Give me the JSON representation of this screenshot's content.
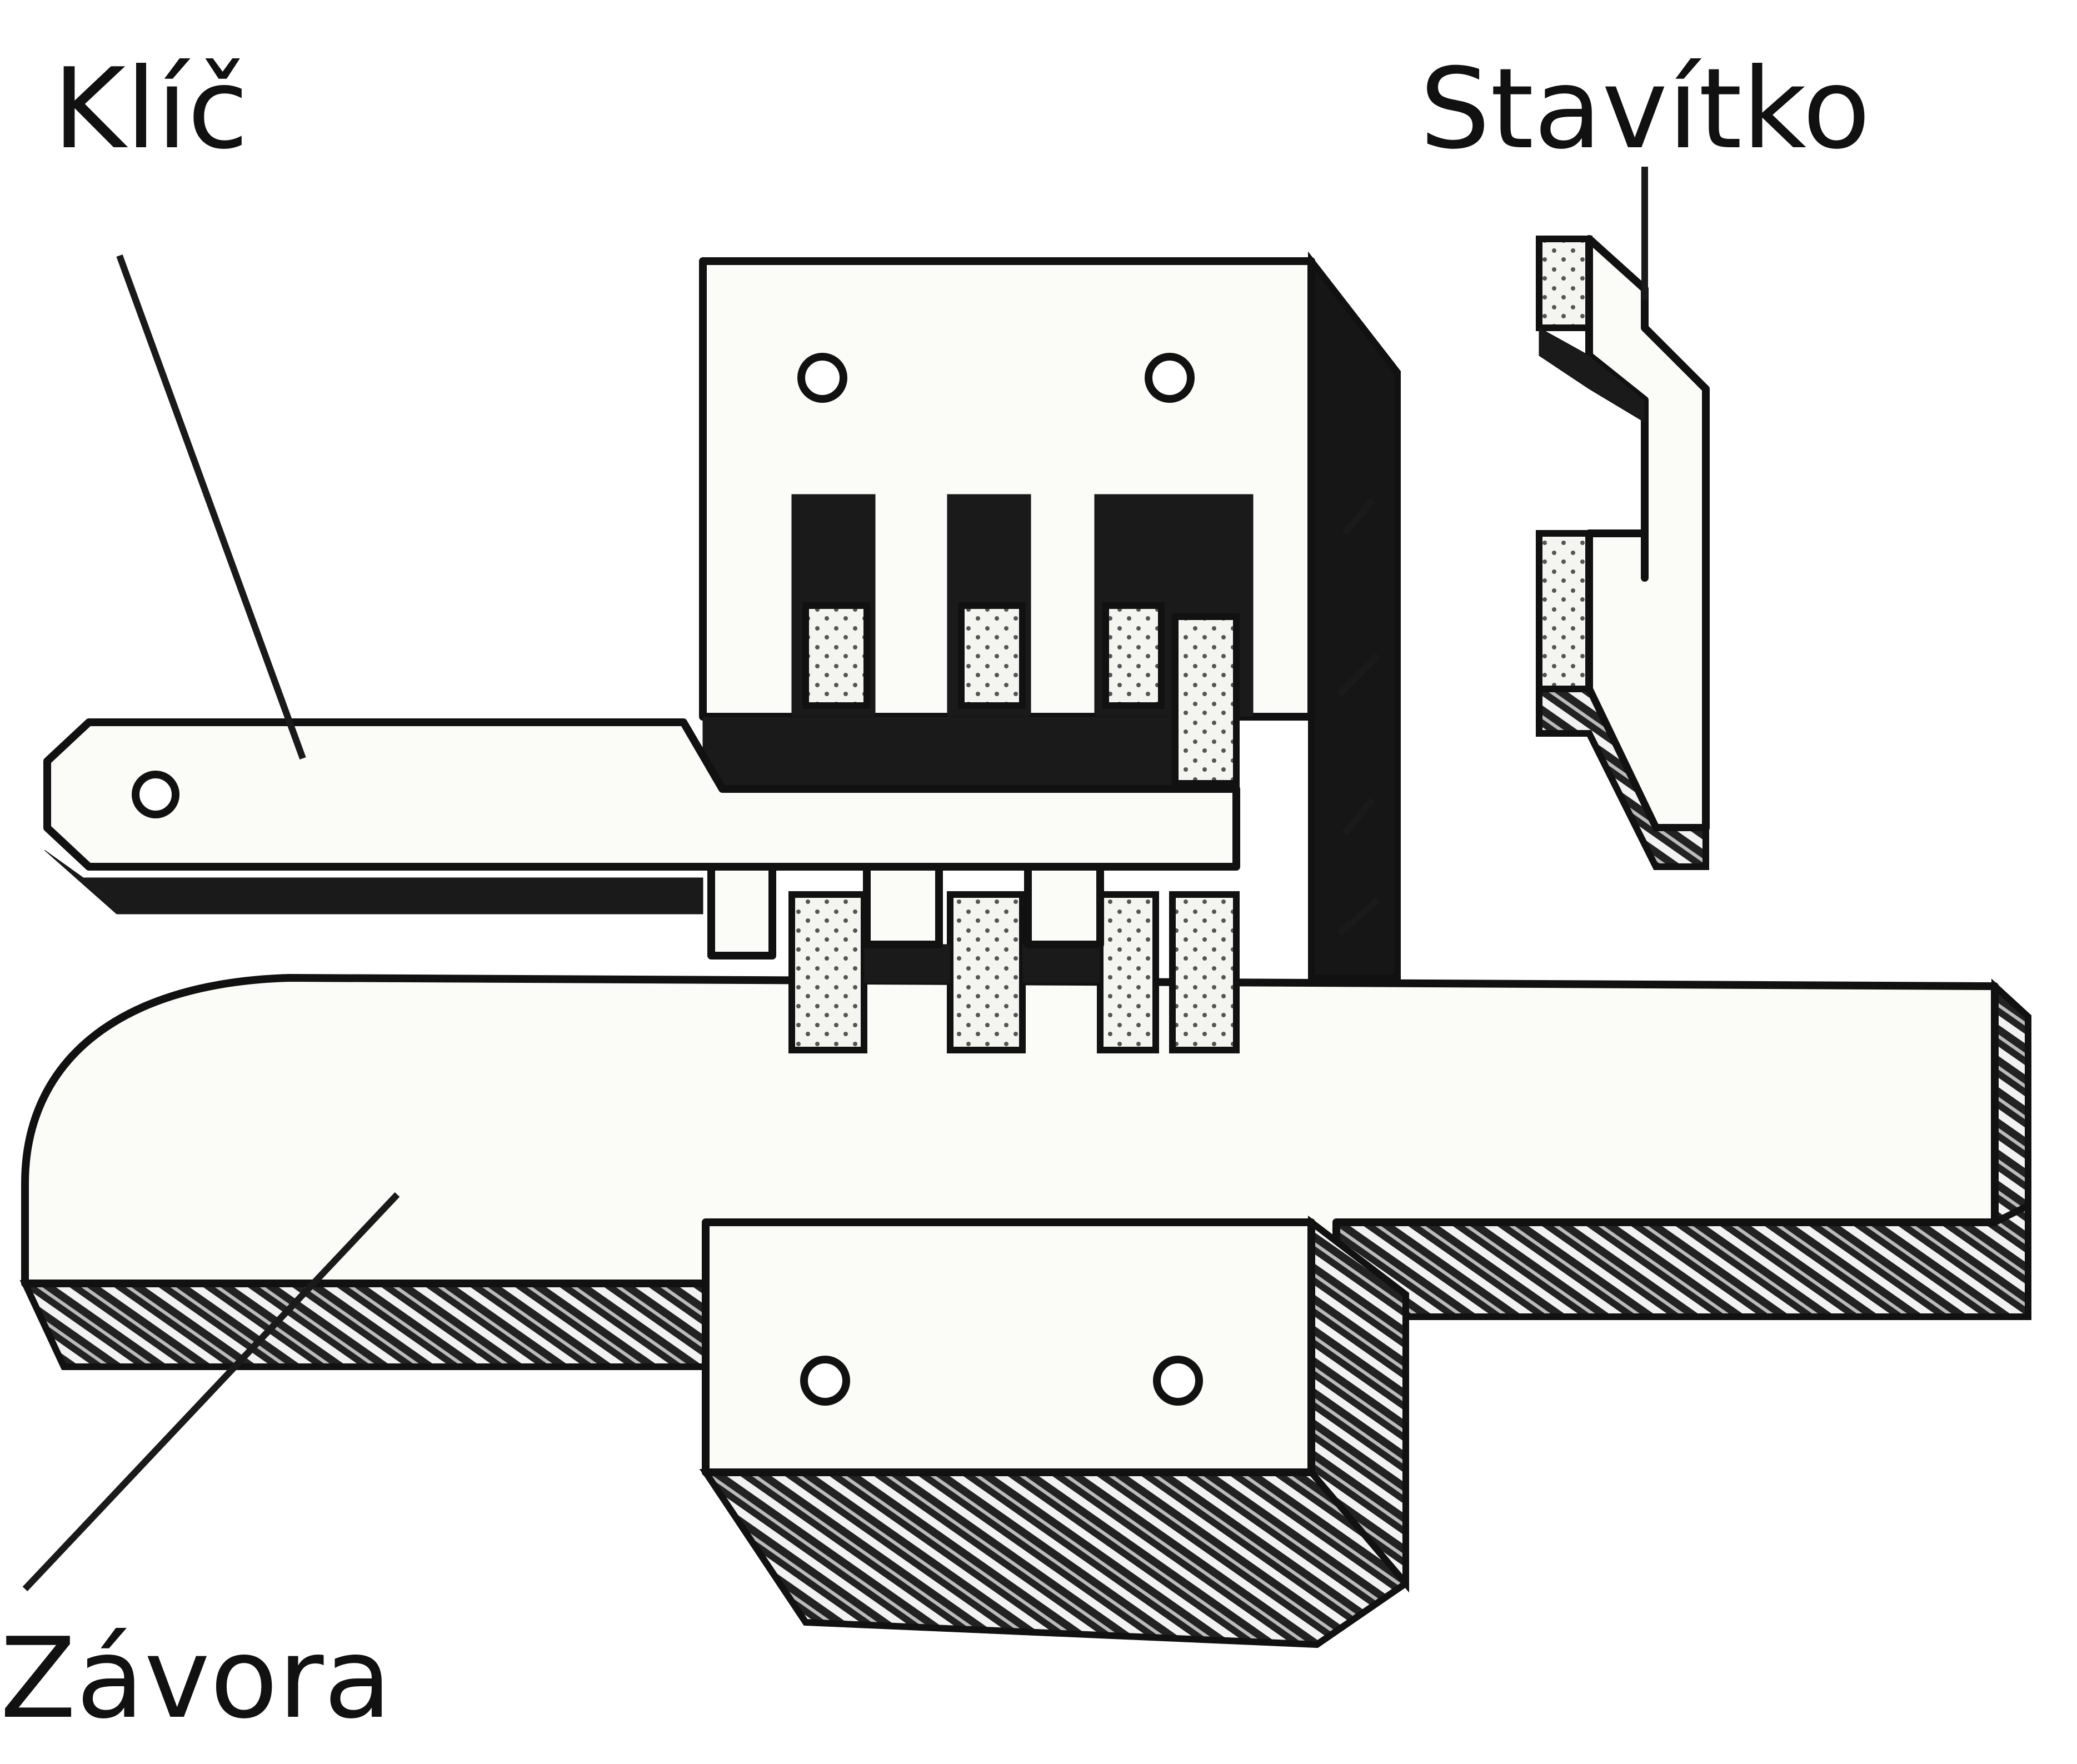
{
  "labels": {
    "key": "Klíč",
    "pin": "Stavítko",
    "bolt": "Závora"
  },
  "colors": {
    "ink": "#111111",
    "paper": "#fbfbf8"
  }
}
